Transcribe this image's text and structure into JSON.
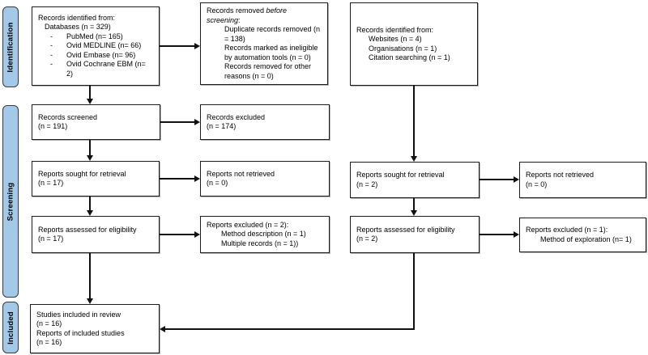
{
  "sidebar": {
    "fill": "#A4C8E8",
    "phases": [
      {
        "label": "Identification"
      },
      {
        "label": "Screening"
      },
      {
        "label": "Included"
      }
    ]
  },
  "boxes": {
    "db_identified": {
      "title": "Records identified from:",
      "subtitle": "Databases (n = 329)",
      "bullets": [
        {
          "bullet": "-",
          "text": "PubMed (n= 165)"
        },
        {
          "bullet": "-",
          "text": "Ovid MEDLINE (n= 66)"
        },
        {
          "bullet": "-",
          "text": "Ovid Embase (n= 96)"
        },
        {
          "bullet": "-",
          "text": "Ovid Cochrane EBM (n= 2)"
        }
      ]
    },
    "records_removed": {
      "prefix": "Records removed ",
      "italic": "before screening",
      "suffix": ":",
      "items": [
        "Duplicate records removed (n = 138)",
        "Records marked as ineligible by automation tools (n = 0)",
        "Records removed for other reasons (n = 0)"
      ]
    },
    "other_identified": {
      "title": "Records identified from:",
      "items": [
        "Websites (n = 4)",
        "Organisations (n = 1)",
        "Citation searching (n = 1)"
      ]
    },
    "records_screened": {
      "line1": "Records screened",
      "line2": "(n = 191)"
    },
    "records_excluded": {
      "line1": "Records excluded",
      "line2": "(n = 174)"
    },
    "reports_sought_db": {
      "line1": "Reports sought for retrieval",
      "line2": "(n = 17)"
    },
    "reports_not_retrieved_db": {
      "line1": "Reports not retrieved",
      "line2": "(n = 0)"
    },
    "reports_assessed_db": {
      "line1": "Reports assessed for eligibility",
      "line2": "(n = 17)"
    },
    "reports_excluded_db": {
      "title": "Reports excluded (n = 2):",
      "items": [
        "Method description (n = 1)",
        "Multiple records (n = 1))"
      ]
    },
    "reports_sought_other": {
      "line1": "Reports sought for retrieval",
      "line2": "(n = 2)"
    },
    "reports_not_retrieved_other": {
      "line1": "Reports not retrieved",
      "line2": "(n = 0)"
    },
    "reports_assessed_other": {
      "line1": "Reports assessed for eligibility",
      "line2": "(n = 2)"
    },
    "reports_excluded_other": {
      "title": "Reports excluded (n = 1):",
      "items": [
        "Method of exploration (n= 1)"
      ]
    },
    "included": {
      "lines": [
        "Studies included in review",
        "(n = 16)",
        "Reports of included studies",
        "(n = 16)"
      ]
    }
  }
}
